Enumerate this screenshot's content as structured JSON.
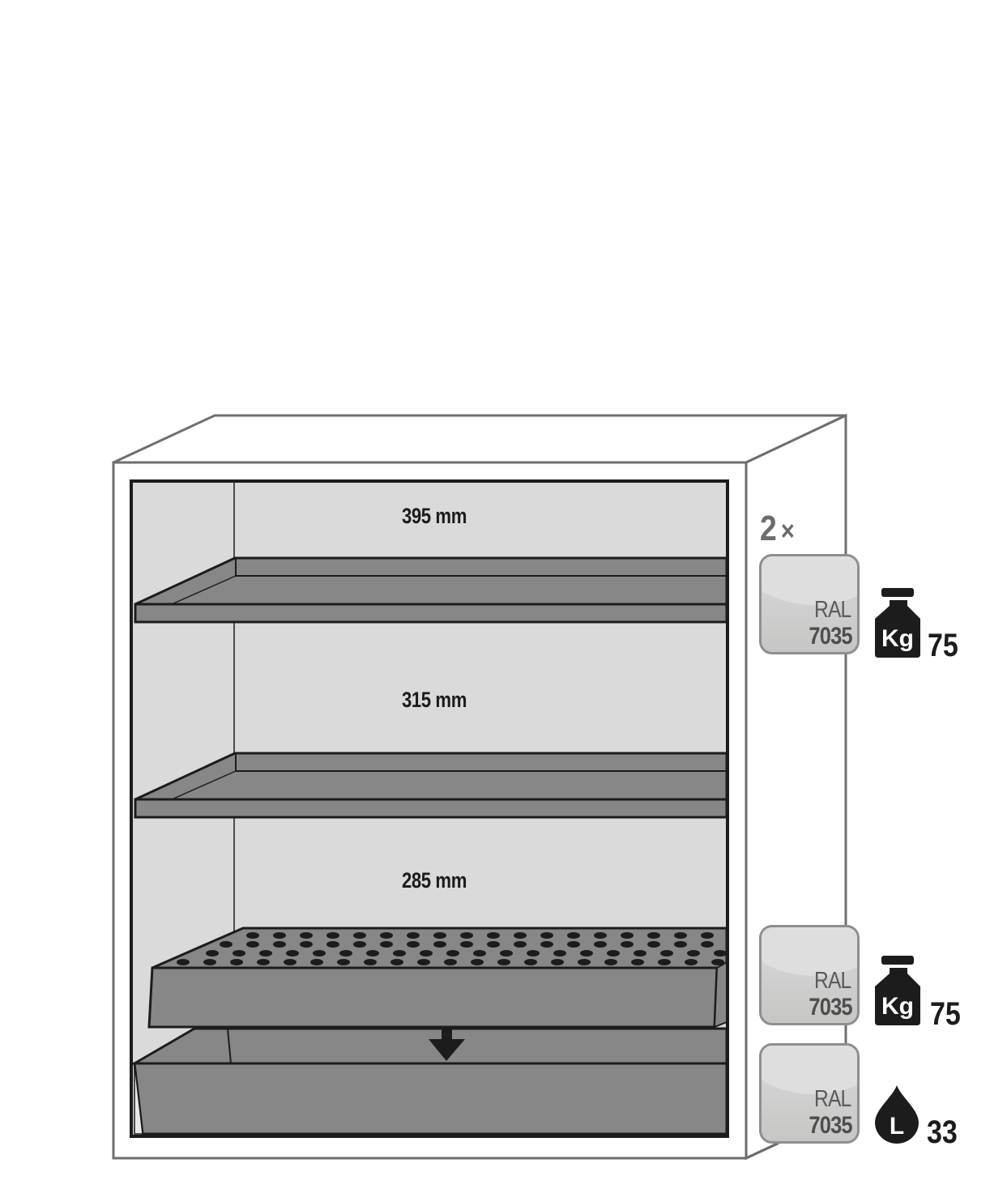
{
  "cabinet": {
    "compartments": [
      {
        "height_label": "395 mm"
      },
      {
        "height_label": "315 mm"
      },
      {
        "height_label": "285 mm"
      }
    ],
    "sump_arrow": "arrow-down-icon"
  },
  "specs": {
    "quantity_label": "2",
    "quantity_symbol": "×",
    "items": [
      {
        "color_system": "RAL",
        "color_code": "7035",
        "icon": "weight-kg-icon",
        "icon_text": "Kg",
        "value": "75"
      },
      {
        "color_system": "RAL",
        "color_code": "7035",
        "icon": "weight-kg-icon",
        "icon_text": "Kg",
        "value": "75"
      },
      {
        "color_system": "RAL",
        "color_code": "7035",
        "icon": "liquid-drop-icon",
        "icon_text": "L",
        "value": "33"
      }
    ]
  },
  "colors": {
    "cabinet_outline": "#6e6e6e",
    "interior": "#dadada",
    "shelf": "#878787",
    "outline_dark": "#1c1c1c",
    "ral_swatch": "#d3d3d1"
  }
}
